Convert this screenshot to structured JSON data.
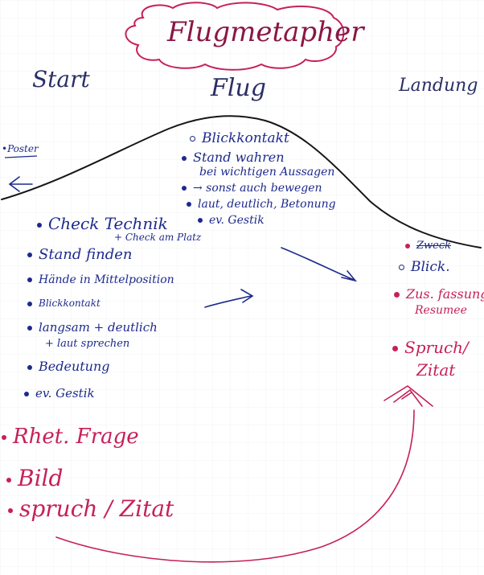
{
  "title": "Flugmetapher",
  "headings": {
    "start": "Start",
    "flug": "Flug",
    "landung": "Landung"
  },
  "left_margin": {
    "poster": "Poster",
    "arrow_icon": "left-arrow-icon"
  },
  "flug_items": [
    "Blickkontakt",
    "Stand wahren",
    "bei wichtigen Aussagen",
    "→ sonst auch bewegen",
    "laut, deutlich, Betonung",
    "ev. Gestik"
  ],
  "start_items": [
    "Check Technik",
    "+ Check am Platz",
    "Stand finden",
    "Hände in Mittelposition",
    "Blickkontakt",
    "langsam + deutlich",
    "+ laut sprechen",
    "Bedeutung",
    "ev. Gestik"
  ],
  "start_red_items": [
    "Rhet. Frage",
    "Bild",
    "spruch / Zitat"
  ],
  "landung_items": [
    "Zweck",
    "Blick.",
    "Zus. fassung",
    "Resumee",
    "Spruch/",
    "Zitat"
  ],
  "colors": {
    "ink_blue": "#1d2a8c",
    "ink_red": "#c6205a",
    "ink_black": "#1a1a1a",
    "paper": "#ffffff"
  }
}
